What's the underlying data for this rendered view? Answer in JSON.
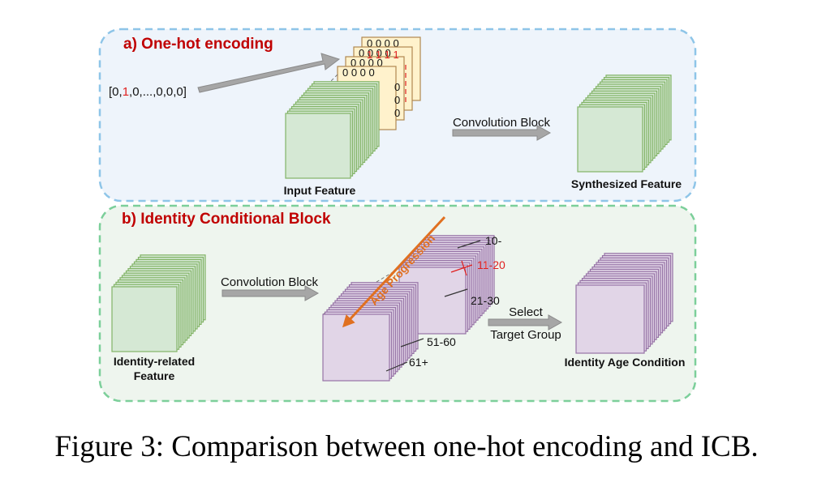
{
  "panel_a": {
    "title": "a) One-hot encoding",
    "vector_prefix": "[0,",
    "vector_highlight": "1",
    "vector_suffix": ",0,...,0,0,0]",
    "grid_top_row": "0 0 0 0",
    "grid_ones_row": "1 1 1 1",
    "grid_zero_cells": [
      "0",
      "0",
      "0"
    ],
    "input_label": "Input Feature",
    "conv_label": "Convolution Block",
    "output_label": "Synthesized Feature"
  },
  "panel_b": {
    "title": "b) Identity Conditional Block",
    "input_label_line1": "Identity-related",
    "input_label_line2": "Feature",
    "conv_label": "Convolution Block",
    "progression_label": "Age Progression",
    "age_groups": [
      "10-",
      "11-20",
      "21-30",
      "51-60",
      "61+"
    ],
    "select_label_line1": "Select",
    "select_label_line2": "Target Group",
    "output_label": "Identity Age Condition"
  },
  "colors": {
    "green_face": "#d5e8d4",
    "green_edge": "#82b366",
    "purple_face": "#e1d5e7",
    "purple_edge": "#9673a6",
    "yellow_face": "#fff2cc",
    "title_red": "#c00000",
    "highlight_red": "#e02020",
    "arrow_gray": "#a6a6a6",
    "progression_orange": "#e07020",
    "panel_a_border": "#8ec5e8",
    "panel_b_border": "#7ccf9a"
  },
  "caption": "Figure 3: Comparison between one-hot encoding and ICB."
}
